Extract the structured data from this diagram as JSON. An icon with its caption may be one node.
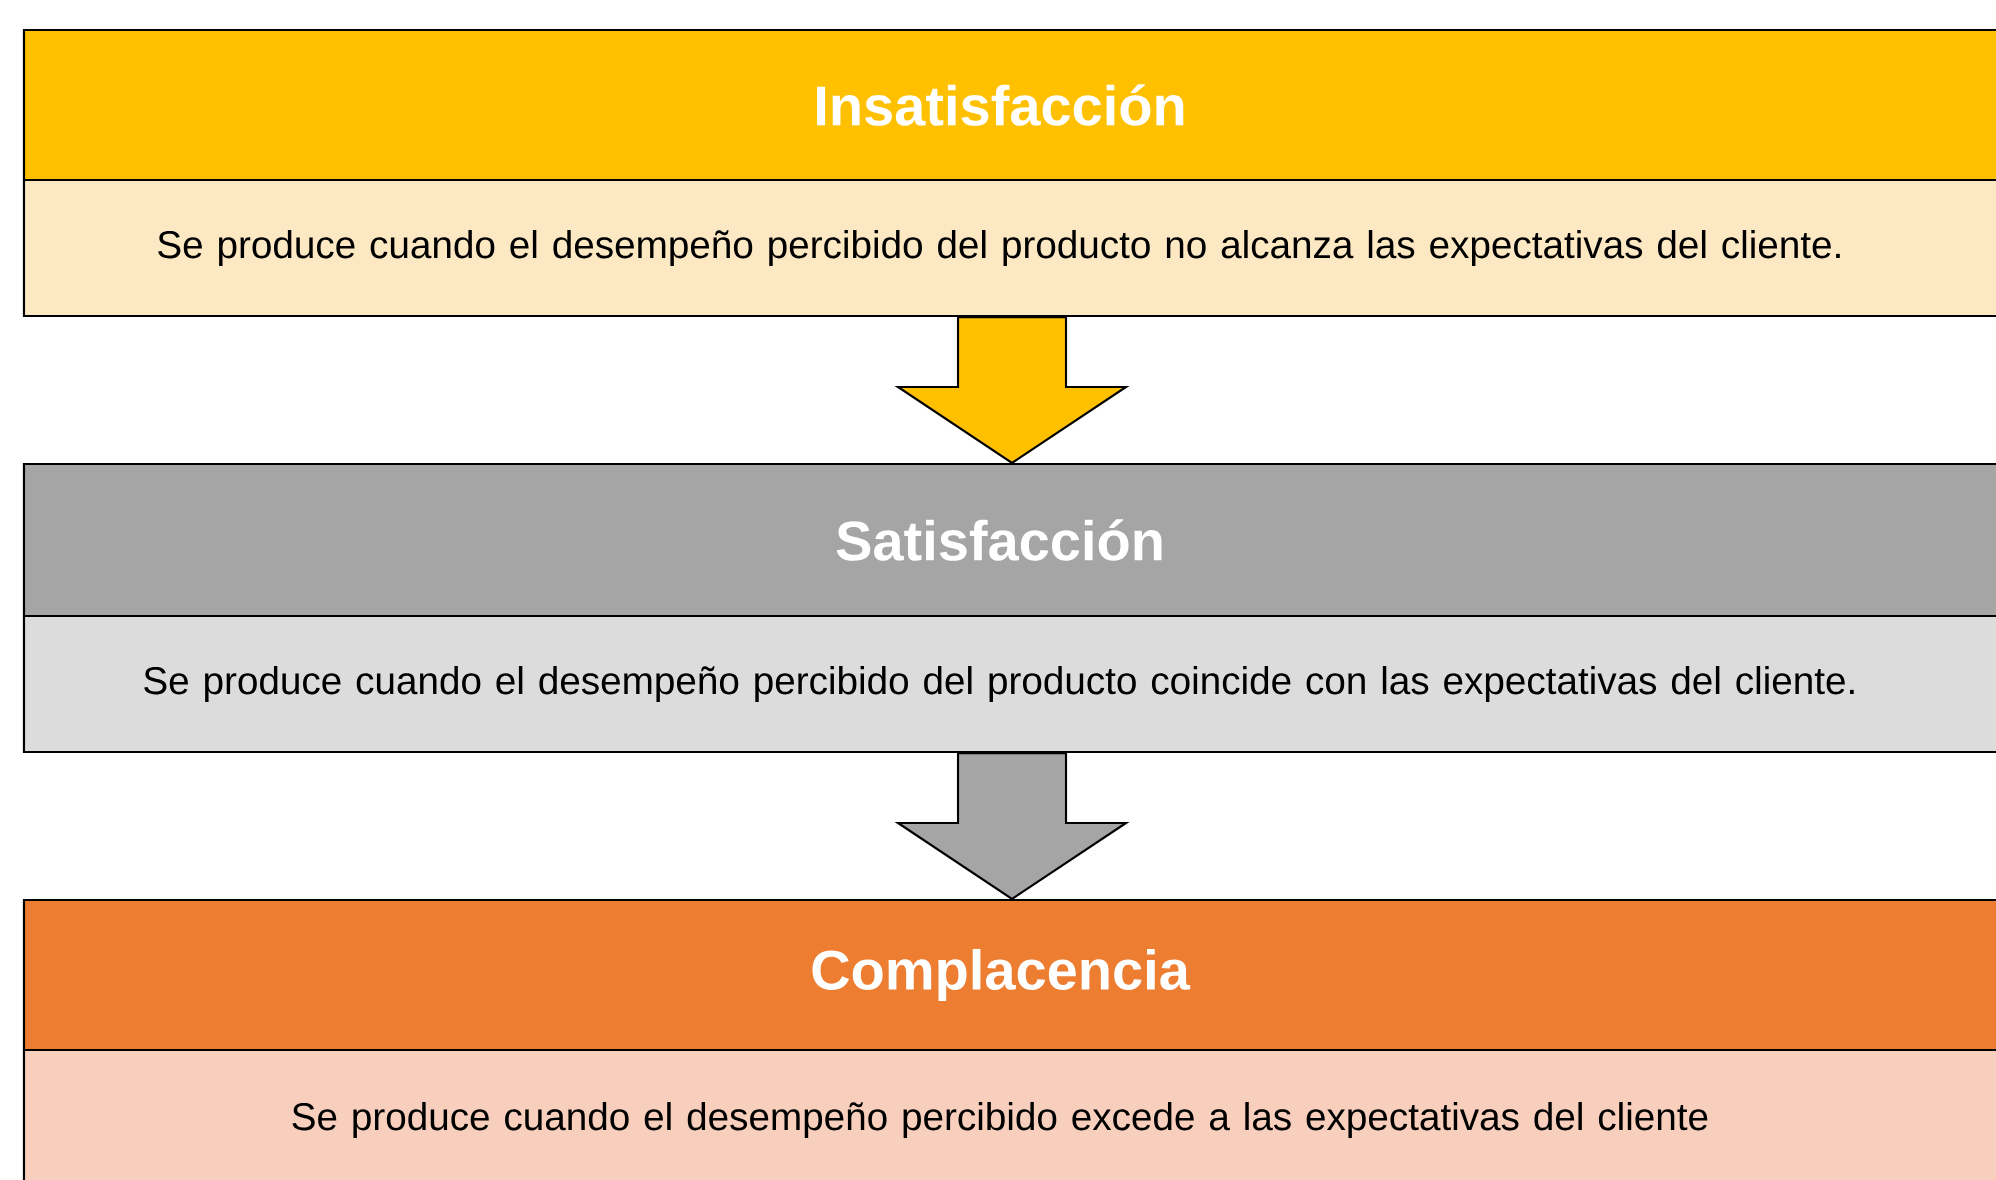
{
  "diagram": {
    "nodes": [
      {
        "text": [
          "Insatisfacción",
          "Se produce cuando el desempeño percibido del producto no alcanza las expectativas del cliente."
        ]
      },
      {
        "text": [
          "Satisfacción",
          "Se produce cuando el desempeño percibido del producto coincide con las expectativas del cliente."
        ]
      },
      {
        "text": [
          "Complacencia",
          "Se produce cuando el desempeño percibido excede a las expectativas del cliente"
        ]
      }
    ],
    "edges": [
      {
        "from": 0,
        "to": 1,
        "arrow": "to",
        "color": "#ffc000"
      },
      {
        "from": 1,
        "to": 2,
        "arrow": "to",
        "color": "#a5a5a5"
      }
    ]
  }
}
